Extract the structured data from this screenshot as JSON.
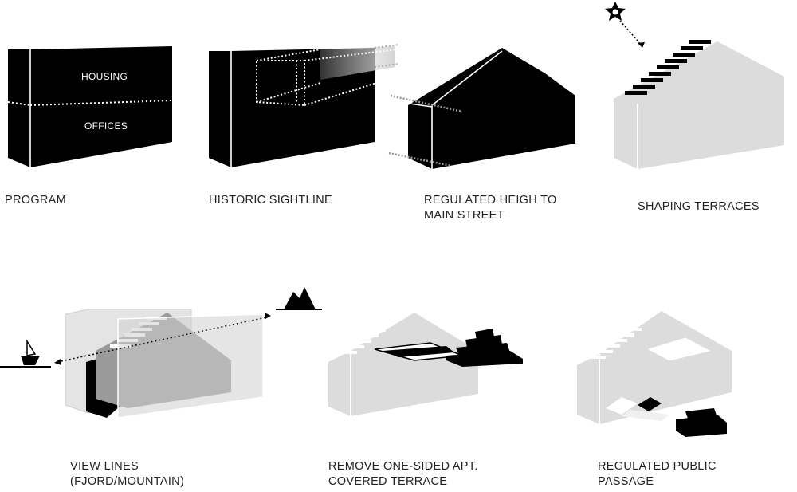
{
  "panels": [
    {
      "caption": [
        "PROGRAM"
      ],
      "inner_labels": [
        "HOUSING",
        "OFFICES"
      ]
    },
    {
      "caption": [
        "HISTORIC SIGHTLINE"
      ]
    },
    {
      "caption": [
        "REGULATED HEIGH TO",
        "MAIN STREET"
      ]
    },
    {
      "caption": [
        "SHAPING TERRACES"
      ]
    },
    {
      "caption": [
        "VIEW LINES",
        "(FJORD/MOUNTAIN)"
      ]
    },
    {
      "caption": [
        "REMOVE ONE-SIDED APT.",
        "COVERED TERRACE"
      ]
    },
    {
      "caption": [
        "REGULATED PUBLIC",
        "PASSAGE"
      ]
    }
  ],
  "icons": [
    "sun-icon",
    "sailboat-icon",
    "mountain-icon"
  ],
  "colors": {
    "solid": "#000000",
    "light": "#dcdcdc",
    "ghost": "#d0d0d0",
    "shadow": "#9a9a9a",
    "text": "#222222"
  }
}
